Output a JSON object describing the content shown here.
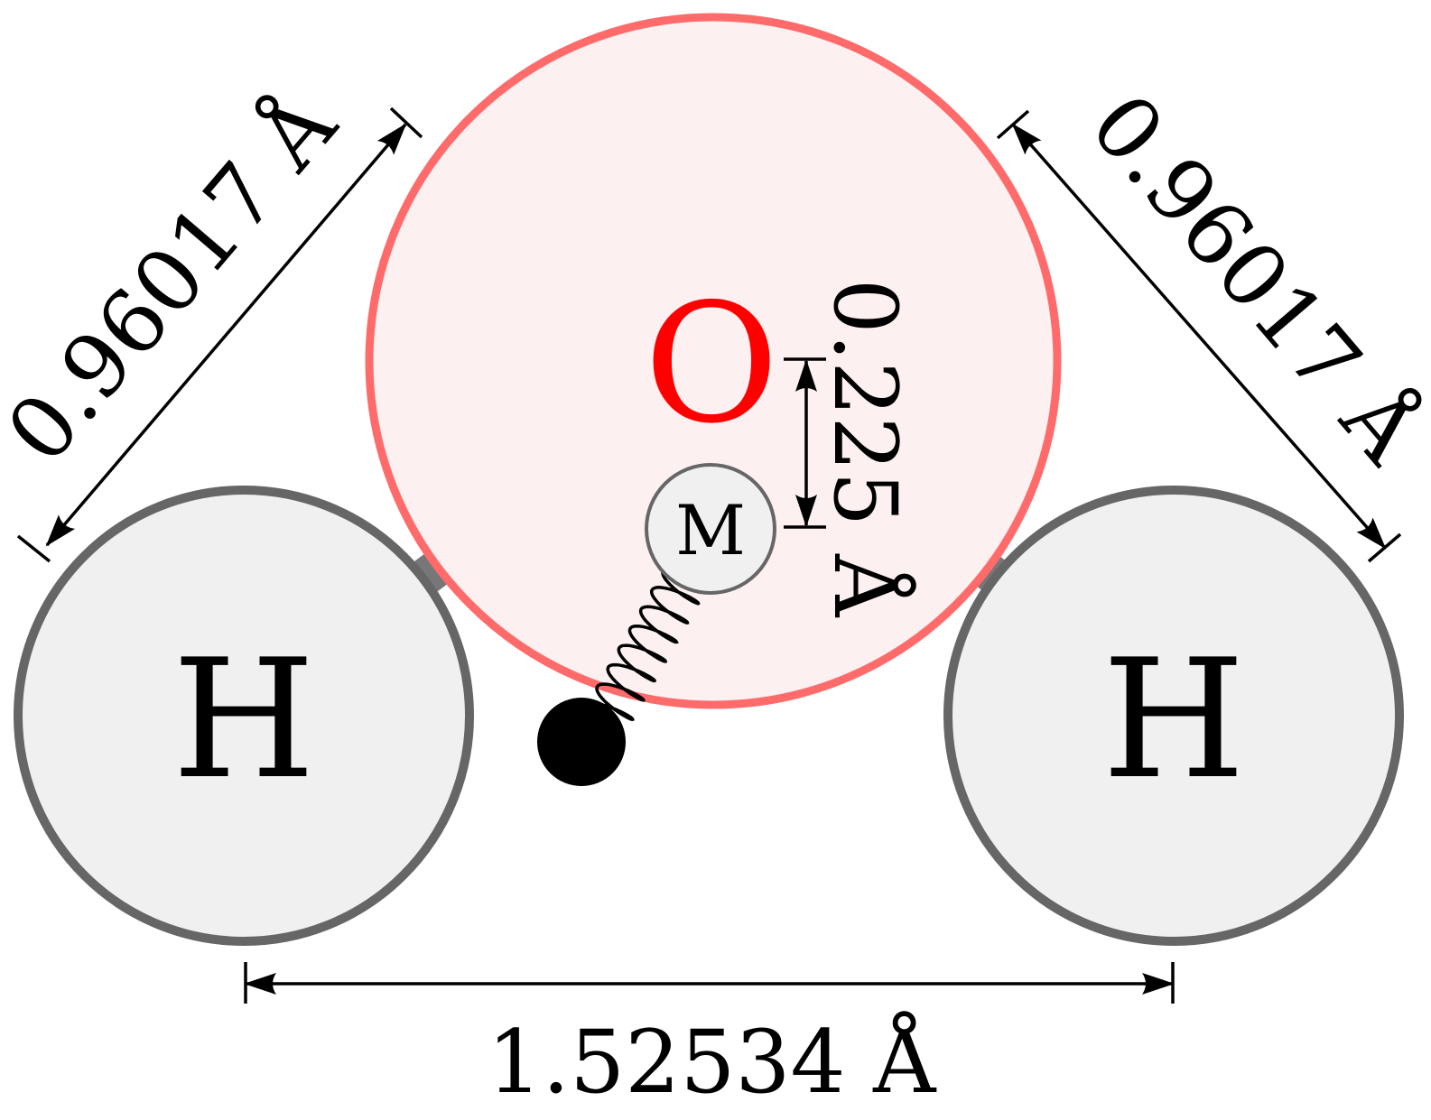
{
  "atoms": {
    "oxygen": {
      "symbol": "O",
      "color": "#ff0000",
      "fill": "#fdf0f0",
      "stroke": "#ff6b6b"
    },
    "hydrogen_left": {
      "symbol": "H",
      "fill": "#f0f0f0",
      "stroke": "#666666"
    },
    "hydrogen_right": {
      "symbol": "H",
      "fill": "#f0f0f0",
      "stroke": "#666666"
    },
    "massless_site": {
      "symbol": "M",
      "fill": "#f0f0f0",
      "stroke": "#666666"
    }
  },
  "dimensions": {
    "oh_left": "0.96017 Å",
    "oh_right": "0.96017 Å",
    "om": "0.225 Å",
    "hh": "1.52534 Å"
  },
  "colors": {
    "dimension_line": "#000000",
    "bond": "#777777",
    "drude_particle": "#000000"
  }
}
